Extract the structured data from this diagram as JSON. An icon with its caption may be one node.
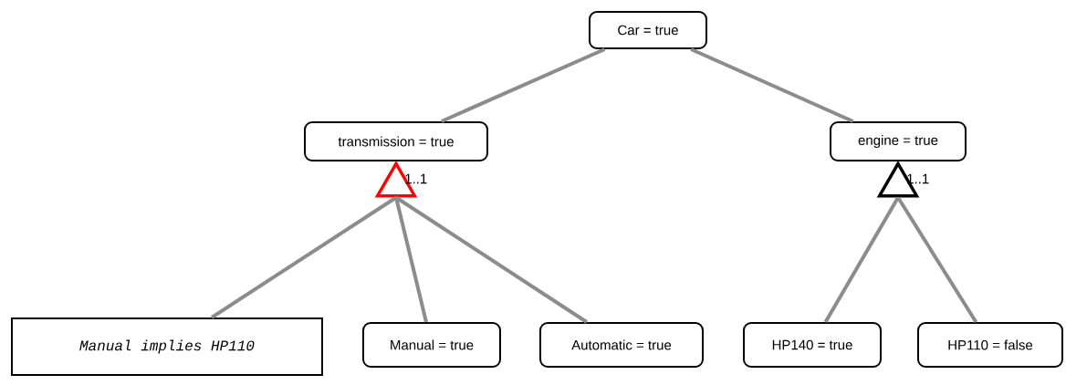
{
  "diagram": {
    "nodes": [
      {
        "text": [
          "Car = true"
        ]
      },
      {
        "text": [
          "transmission = true"
        ]
      },
      {
        "text": [
          "engine = true"
        ]
      },
      {
        "text": [],
        "shape": "triangle",
        "beside": [
          "1..1"
        ]
      },
      {
        "text": [],
        "shape": "triangle",
        "beside": [
          "1..1"
        ]
      },
      {
        "text": [
          "Manual implies HP110"
        ]
      },
      {
        "text": [
          "Manual = true"
        ]
      },
      {
        "text": [
          "Automatic = true"
        ]
      },
      {
        "text": [
          "HP140 = true"
        ]
      },
      {
        "text": [
          "HP110 = false"
        ]
      }
    ],
    "edges": [
      {
        "from": 0,
        "to": 1,
        "arrow": "none"
      },
      {
        "from": 0,
        "to": 2,
        "arrow": "none"
      },
      {
        "from": 3,
        "to": 5,
        "arrow": "none"
      },
      {
        "from": 3,
        "to": 6,
        "arrow": "none"
      },
      {
        "from": 3,
        "to": 7,
        "arrow": "none"
      },
      {
        "from": 4,
        "to": 8,
        "arrow": "none"
      },
      {
        "from": 4,
        "to": 9,
        "arrow": "none"
      }
    ]
  }
}
